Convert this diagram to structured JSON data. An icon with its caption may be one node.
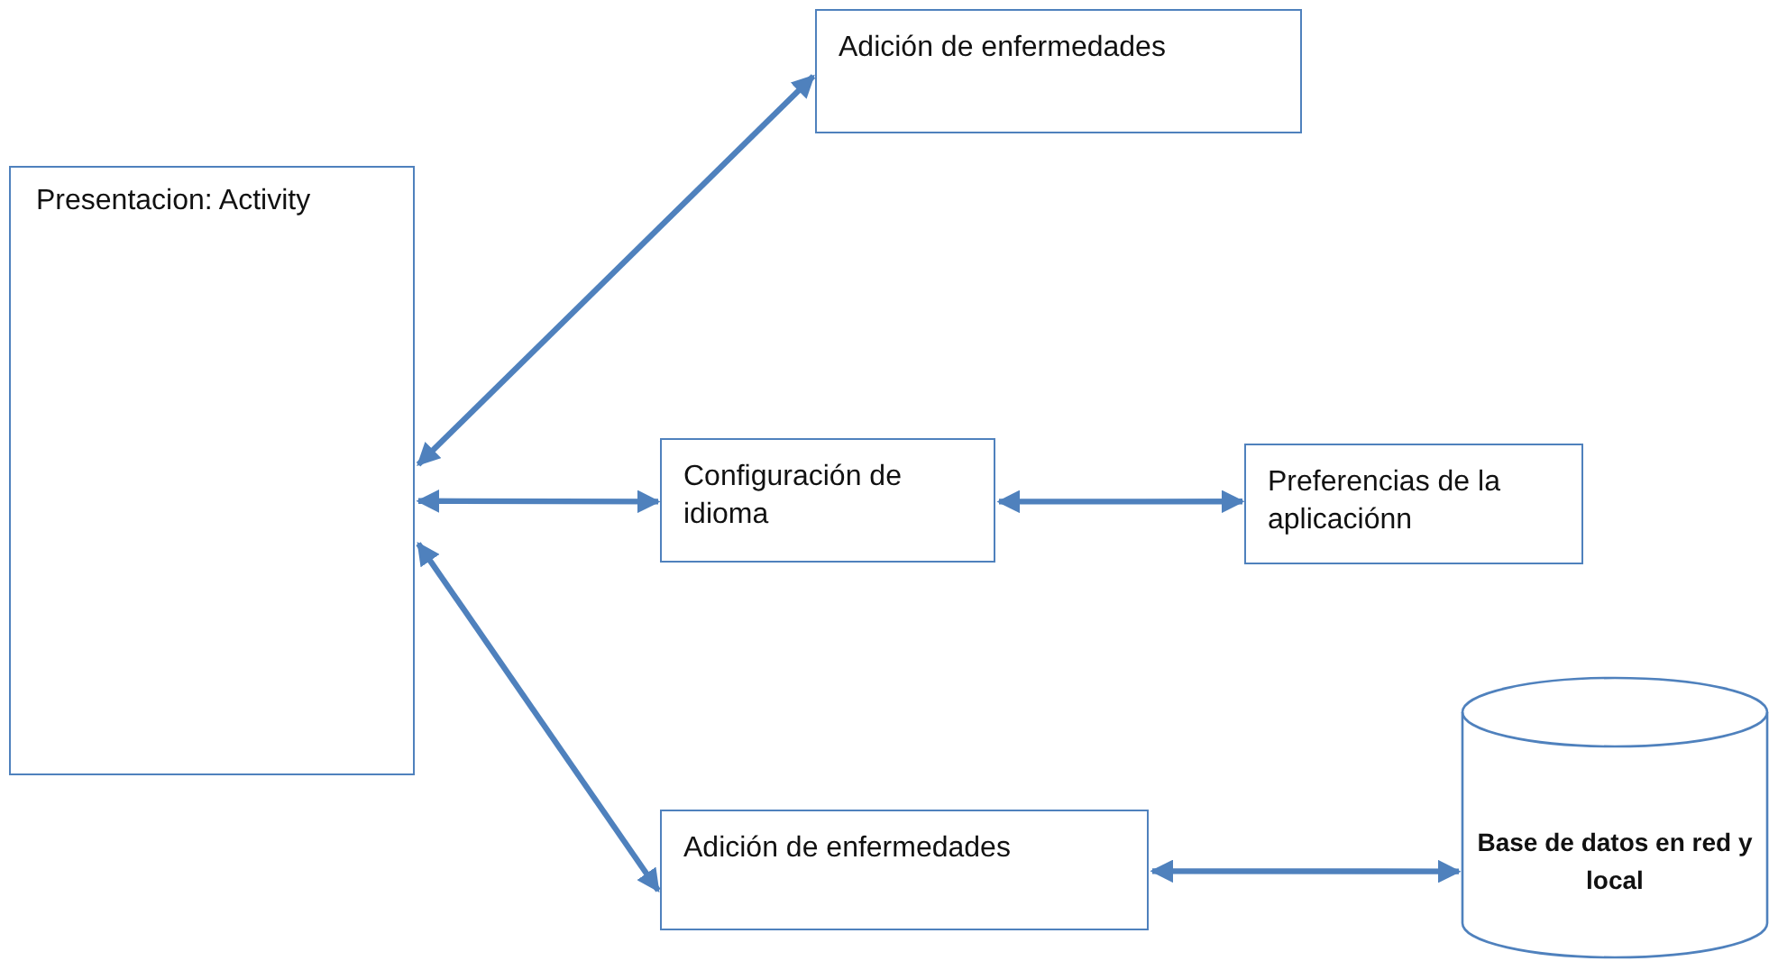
{
  "diagram": {
    "nodes": [
      {
        "text": [
          "Presentacion: Activity"
        ]
      },
      {
        "text": [
          "Adición de enfermedades"
        ]
      },
      {
        "text": [
          "Configuración de idioma"
        ]
      },
      {
        "text": [
          "Preferencias de la aplicaciónn"
        ]
      },
      {
        "text": [
          "Adición de enfermedades"
        ]
      },
      {
        "text": [
          "Base de datos en red y local"
        ]
      }
    ],
    "edges": [
      {
        "from": 0,
        "to": 1,
        "arrow": "both"
      },
      {
        "from": 0,
        "to": 2,
        "arrow": "both"
      },
      {
        "from": 2,
        "to": 3,
        "arrow": "both"
      },
      {
        "from": 0,
        "to": 4,
        "arrow": "both"
      },
      {
        "from": 4,
        "to": 5,
        "arrow": "both"
      }
    ]
  }
}
